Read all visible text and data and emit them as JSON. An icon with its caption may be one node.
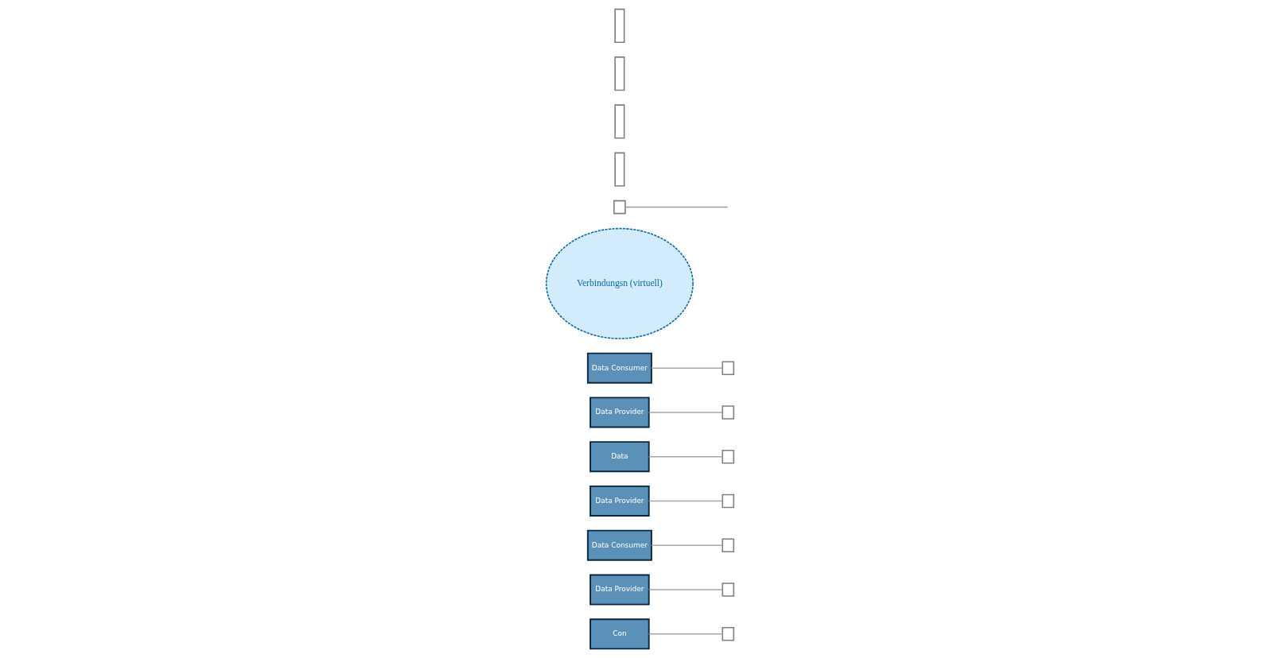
{
  "diagram": {
    "nodes": [
      {
        "text": [
          "Con"
        ]
      },
      {
        "text": [
          "Data Provider"
        ]
      },
      {
        "text": [
          "Data Consumer"
        ]
      },
      {
        "text": [
          "Data Provider"
        ]
      },
      {
        "text": [
          "Data"
        ]
      },
      {
        "text": [
          "Data Provider"
        ]
      },
      {
        "text": [
          "Data Consumer"
        ]
      },
      {
        "text": [
          "Verbindungsn (virtuell)"
        ]
      },
      {
        "text": [],
        "shape": "box"
      },
      {
        "text": [],
        "shape": "box"
      },
      {
        "text": [],
        "shape": "box"
      },
      {
        "text": [],
        "shape": "box"
      },
      {
        "text": [],
        "shape": "box"
      },
      {
        "text": [],
        "shape": "box"
      },
      {
        "text": [],
        "shape": "box"
      },
      {
        "text": [],
        "shape": "box"
      },
      {
        "text": [],
        "shape": "bar"
      },
      {
        "text": [],
        "shape": "bar"
      },
      {
        "text": [],
        "shape": "bar"
      },
      {
        "text": [],
        "shape": "bar"
      }
    ],
    "edges": [
      {
        "from": 0,
        "to": 8,
        "arrow": "none"
      },
      {
        "from": 1,
        "to": 9,
        "arrow": "none"
      },
      {
        "from": 2,
        "to": 10,
        "arrow": "none"
      },
      {
        "from": 3,
        "to": 11,
        "arrow": "none"
      },
      {
        "from": 12,
        "to": null,
        "arrow": "none"
      },
      {
        "from": 4,
        "to": 13,
        "arrow": "none"
      },
      {
        "from": 5,
        "to": 14,
        "arrow": "none"
      },
      {
        "from": 6,
        "to": 15,
        "arrow": "none"
      }
    ]
  }
}
